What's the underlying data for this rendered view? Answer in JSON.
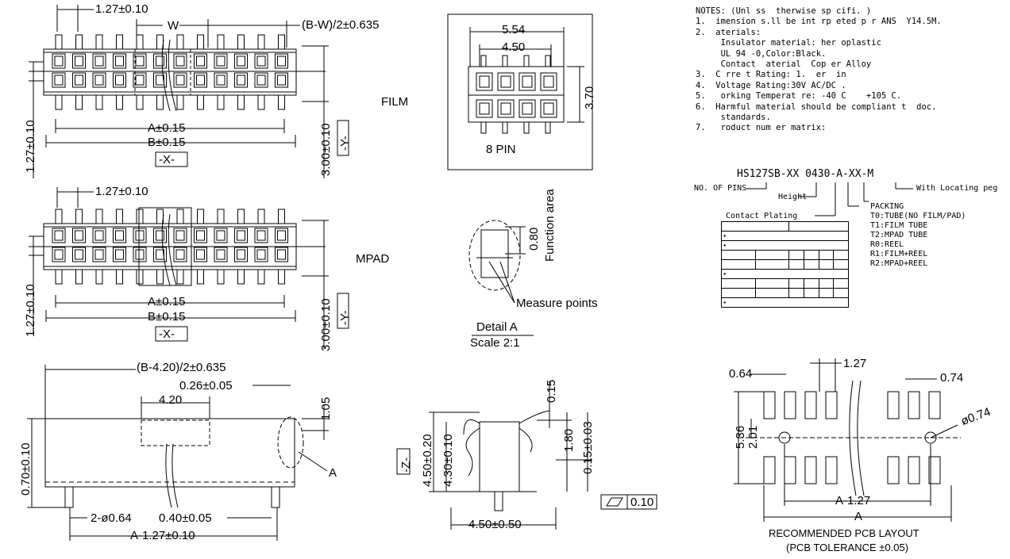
{
  "views": {
    "film": {
      "label": "FILM",
      "pitch": "1.27±0.10",
      "w": "W",
      "edge": "(B-W)/2±0.635",
      "a": "A±0.15",
      "b": "B±0.15",
      "x": "-X-",
      "height": "1.27±0.10",
      "depth": "3.00±0.10",
      "y": "-Y-"
    },
    "mpad": {
      "label": "MPAD",
      "pitch": "1.27±0.10",
      "a": "A±0.15",
      "b": "B±0.15",
      "x": "-X-",
      "height": "1.27±0.10",
      "depth": "3.00±0.10",
      "y": "-Y-"
    },
    "side": {
      "edge": "(B-4.20)/2±0.635",
      "w420": "4.20",
      "t026": "0.26±0.05",
      "h105": "1.05",
      "h070": "0.70±0.10",
      "pin": "2-ø0.64",
      "d040": "0.40±0.05",
      "a127": "A-1.27±0.10",
      "detail_ref": "A"
    },
    "pin8": {
      "w554": "5.54",
      "w450": "4.50",
      "h370": "3.70",
      "label": "8 PIN"
    },
    "detail": {
      "d080": "0.80",
      "function": "Function area",
      "measure": "Measure points",
      "title": "Detail A",
      "scale": "Scale 2:1"
    },
    "end": {
      "t015": "0.15",
      "z": "-Z-",
      "h450": "4.50±0.20",
      "h430": "4.30±0.10",
      "h180": "1.80",
      "h015": "0.15±0.03",
      "w450": "4.50±0.50",
      "flat": "0.10"
    },
    "pcb": {
      "d064": "0.64",
      "d127": "1.27",
      "d074": "0.74",
      "h536": "5.36",
      "h201": "2.01",
      "hole": "ø0.74",
      "a127": "A-1.27",
      "a": "A",
      "title": "RECOMMENDED PCB LAYOUT",
      "tol": "(PCB TOLERANCE ±0.05)"
    }
  },
  "notes": {
    "lines": [
      "NOTES: (Unl ss  therwise sp cifi. )",
      "1.  imension s.ll be int rp eted p r ANS  Y14.5M.",
      "2.  aterials:",
      "     Insulator material: her oplastic",
      "     UL 94 -0,Color:Black.",
      "     Contact  aterial  Cop er Alloy",
      "3.  C rre t Rating: 1.  er  in",
      "4.  Voltage Rating:30V AC/DC .",
      "5.   orking Temperat re: -40 C    +105 C.",
      "6.  Harmful material should be compliant t  doc.",
      "     standards.",
      "7.   roduct num er matrix:"
    ],
    "part_number": "HS127SB-XX 0430-A-XX-M",
    "no_of_pins": "NO. OF PINS",
    "height": "Height",
    "plating": "Contact Plating",
    "locating": "With Locating peg",
    "packing": [
      "PACKING",
      "T0:TUBE(NO FILM/PAD)",
      "T1:FILM TUBE",
      "T2:MPAD TUBE",
      "R0:REEL",
      "R1:FILM+REEL",
      "R2:MPAD+REEL"
    ]
  }
}
